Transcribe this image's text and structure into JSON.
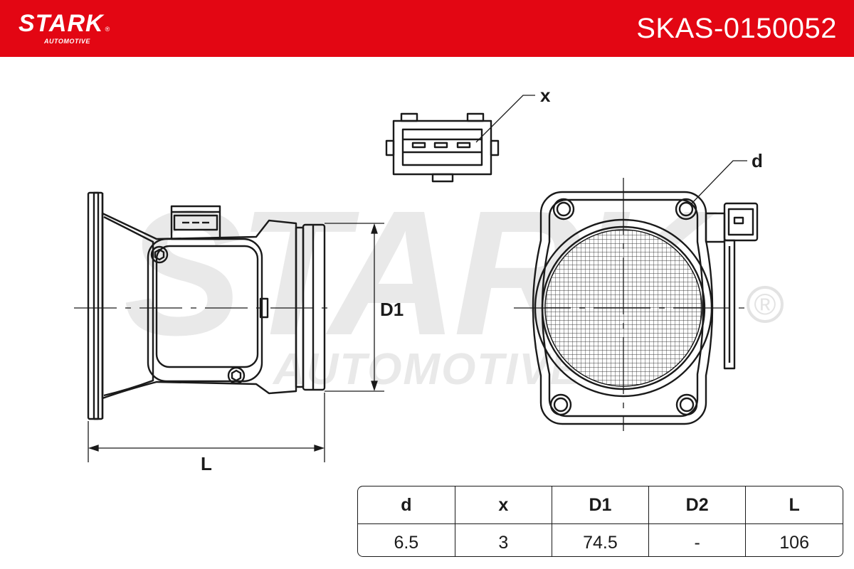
{
  "header": {
    "brand": "STARK",
    "brand_sub": "AUTOMOTIVE",
    "brand_reg": "®",
    "part_number": "SKAS-0150052",
    "background_color": "#e30613",
    "text_color": "#ffffff"
  },
  "watermark": {
    "brand": "STARK",
    "brand_sub": "AUTOMOTIVE",
    "reg_mark": "®"
  },
  "drawing": {
    "labels": {
      "connector_pins": "x",
      "bolt_hole": "d",
      "diameter": "D1",
      "length": "L"
    },
    "line_color": "#1a1a1a"
  },
  "specs": {
    "headers": [
      "d",
      "x",
      "D1",
      "D2",
      "L"
    ],
    "values": [
      "6.5",
      "3",
      "74.5",
      "-",
      "106"
    ]
  }
}
